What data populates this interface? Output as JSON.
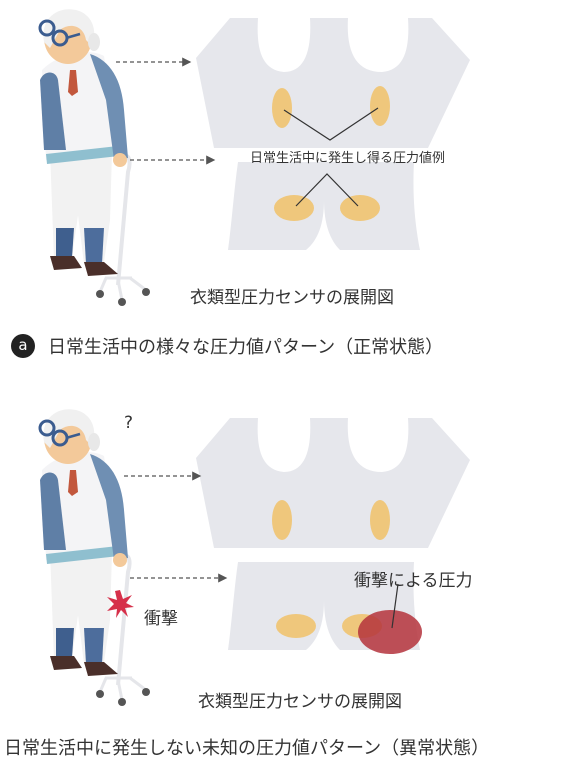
{
  "colors": {
    "garment": "#e6e7ec",
    "sensor": "#efc77c",
    "impact": "#b4323c",
    "skin": "#f3c99a",
    "shirt": "#f4f4f6",
    "vest": "#6f8fb3",
    "pants": "#f2f2f2",
    "shoes": "#4a2f2a"
  },
  "panel_a": {
    "badge": "a",
    "annotation": "日常生活中に発生し得る圧力値例",
    "garment_caption": "衣類型圧力センサの展開図",
    "title": "日常生活中の様々な圧力値パターン（正常状態）"
  },
  "panel_b": {
    "question_mark": "?",
    "impact_label": "衝撃",
    "annotation": "衝撃による圧力",
    "garment_caption": "衣類型圧力センサの展開図",
    "title": "日常生活中に発生しない未知の圧力値パターン（異常状態）"
  }
}
